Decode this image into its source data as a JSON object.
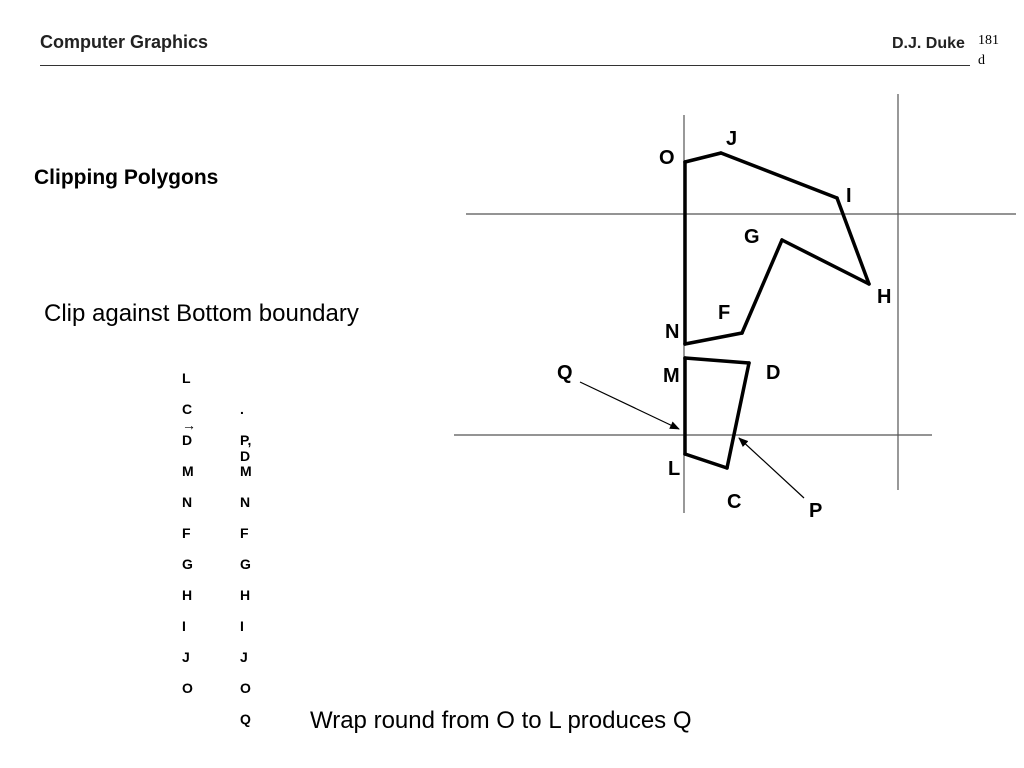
{
  "header": {
    "course": "Computer Graphics",
    "author": "D.J. Duke",
    "page_number": "181",
    "page_suffix": "d"
  },
  "slide": {
    "title": "Clipping Polygons",
    "subtitle": "Clip against Bottom boundary",
    "caption": "Wrap round from O to L produces Q"
  },
  "vertex_table": {
    "rows": [
      {
        "input": "L",
        "output": ""
      },
      {
        "input": "C →",
        "output": "."
      },
      {
        "input": "D",
        "output": "P, D"
      },
      {
        "input": "M",
        "output": "M"
      },
      {
        "input": "N",
        "output": "N"
      },
      {
        "input": "F",
        "output": "F"
      },
      {
        "input": "G",
        "output": "G"
      },
      {
        "input": "H",
        "output": "H"
      },
      {
        "input": "I",
        "output": "I"
      },
      {
        "input": "J",
        "output": "J"
      },
      {
        "input": "O",
        "output": "O"
      },
      {
        "input": "",
        "output": "Q"
      }
    ]
  },
  "diagram": {
    "vertex_labels": {
      "O": "O",
      "J": "J",
      "I": "I",
      "G": "G",
      "H": "H",
      "F": "F",
      "N": "N",
      "M": "M",
      "D": "D",
      "Q": "Q",
      "L": "L",
      "C": "C",
      "P": "P"
    },
    "colors": {
      "polygon": "#000000",
      "boundary": "#555555"
    }
  }
}
